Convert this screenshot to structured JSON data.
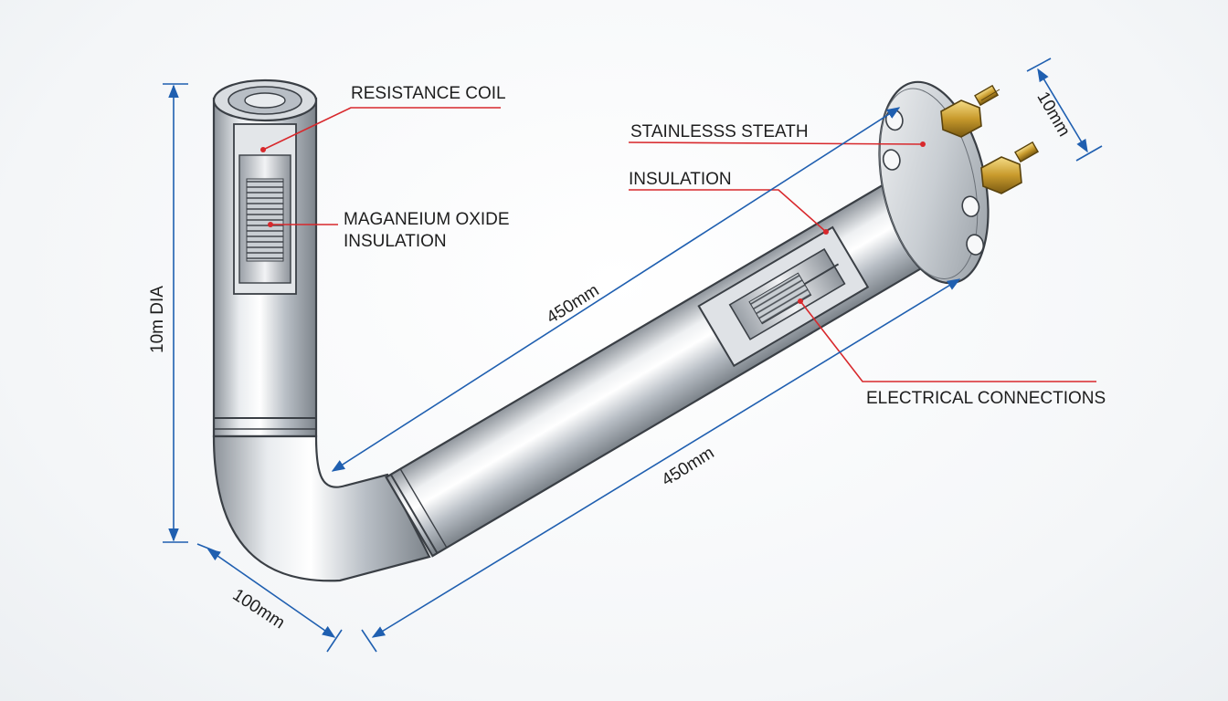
{
  "labels": {
    "resistance_coil": "RESISTANCE COIL",
    "magnesium_line1": "MAGANEIUM OXIDE",
    "magnesium_line2": "INSULATION",
    "stainless_sheath": "STAINLESSS STEATH",
    "insulation": "INSULATION",
    "electrical_connections": "ELECTRICAL CONNECTIONS"
  },
  "dimensions": {
    "vertical_height": "10m DIA",
    "bend_width": "100mm",
    "upper_length": "450mm",
    "lower_length": "450mm",
    "flange_thickness": "10mm"
  },
  "colors": {
    "dimension_line": "#1f5fb0",
    "leader_line": "#d8282c",
    "metal": "#c7ccd2",
    "brass": "#c89a2c"
  }
}
